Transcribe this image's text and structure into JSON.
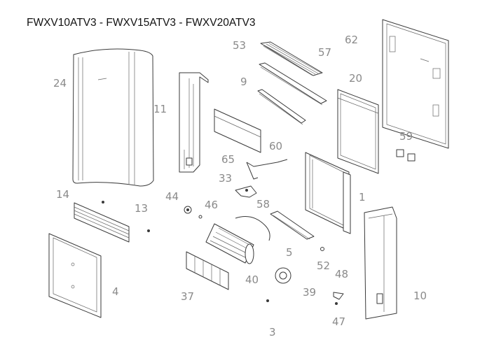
{
  "title": "FWXV10ATV3 - FWXV15ATV3 - FWXV20ATV3",
  "parts": [
    {
      "id": "p24",
      "label": "24"
    },
    {
      "id": "p11",
      "label": "11"
    },
    {
      "id": "p53",
      "label": "53"
    },
    {
      "id": "p57",
      "label": "57"
    },
    {
      "id": "p62",
      "label": "62"
    },
    {
      "id": "p9",
      "label": "9"
    },
    {
      "id": "p20",
      "label": "20"
    },
    {
      "id": "p65",
      "label": "65"
    },
    {
      "id": "p60",
      "label": "60"
    },
    {
      "id": "p33",
      "label": "33"
    },
    {
      "id": "p59",
      "label": "59"
    },
    {
      "id": "p14",
      "label": "14"
    },
    {
      "id": "p44",
      "label": "44"
    },
    {
      "id": "p13",
      "label": "13"
    },
    {
      "id": "p46",
      "label": "46"
    },
    {
      "id": "p58",
      "label": "58"
    },
    {
      "id": "p1",
      "label": "1"
    },
    {
      "id": "p5",
      "label": "5"
    },
    {
      "id": "p52",
      "label": "52"
    },
    {
      "id": "p48",
      "label": "48"
    },
    {
      "id": "p4",
      "label": "4"
    },
    {
      "id": "p37",
      "label": "37"
    },
    {
      "id": "p40",
      "label": "40"
    },
    {
      "id": "p39",
      "label": "39"
    },
    {
      "id": "p10",
      "label": "10"
    },
    {
      "id": "p47",
      "label": "47"
    },
    {
      "id": "p3",
      "label": "3"
    }
  ]
}
